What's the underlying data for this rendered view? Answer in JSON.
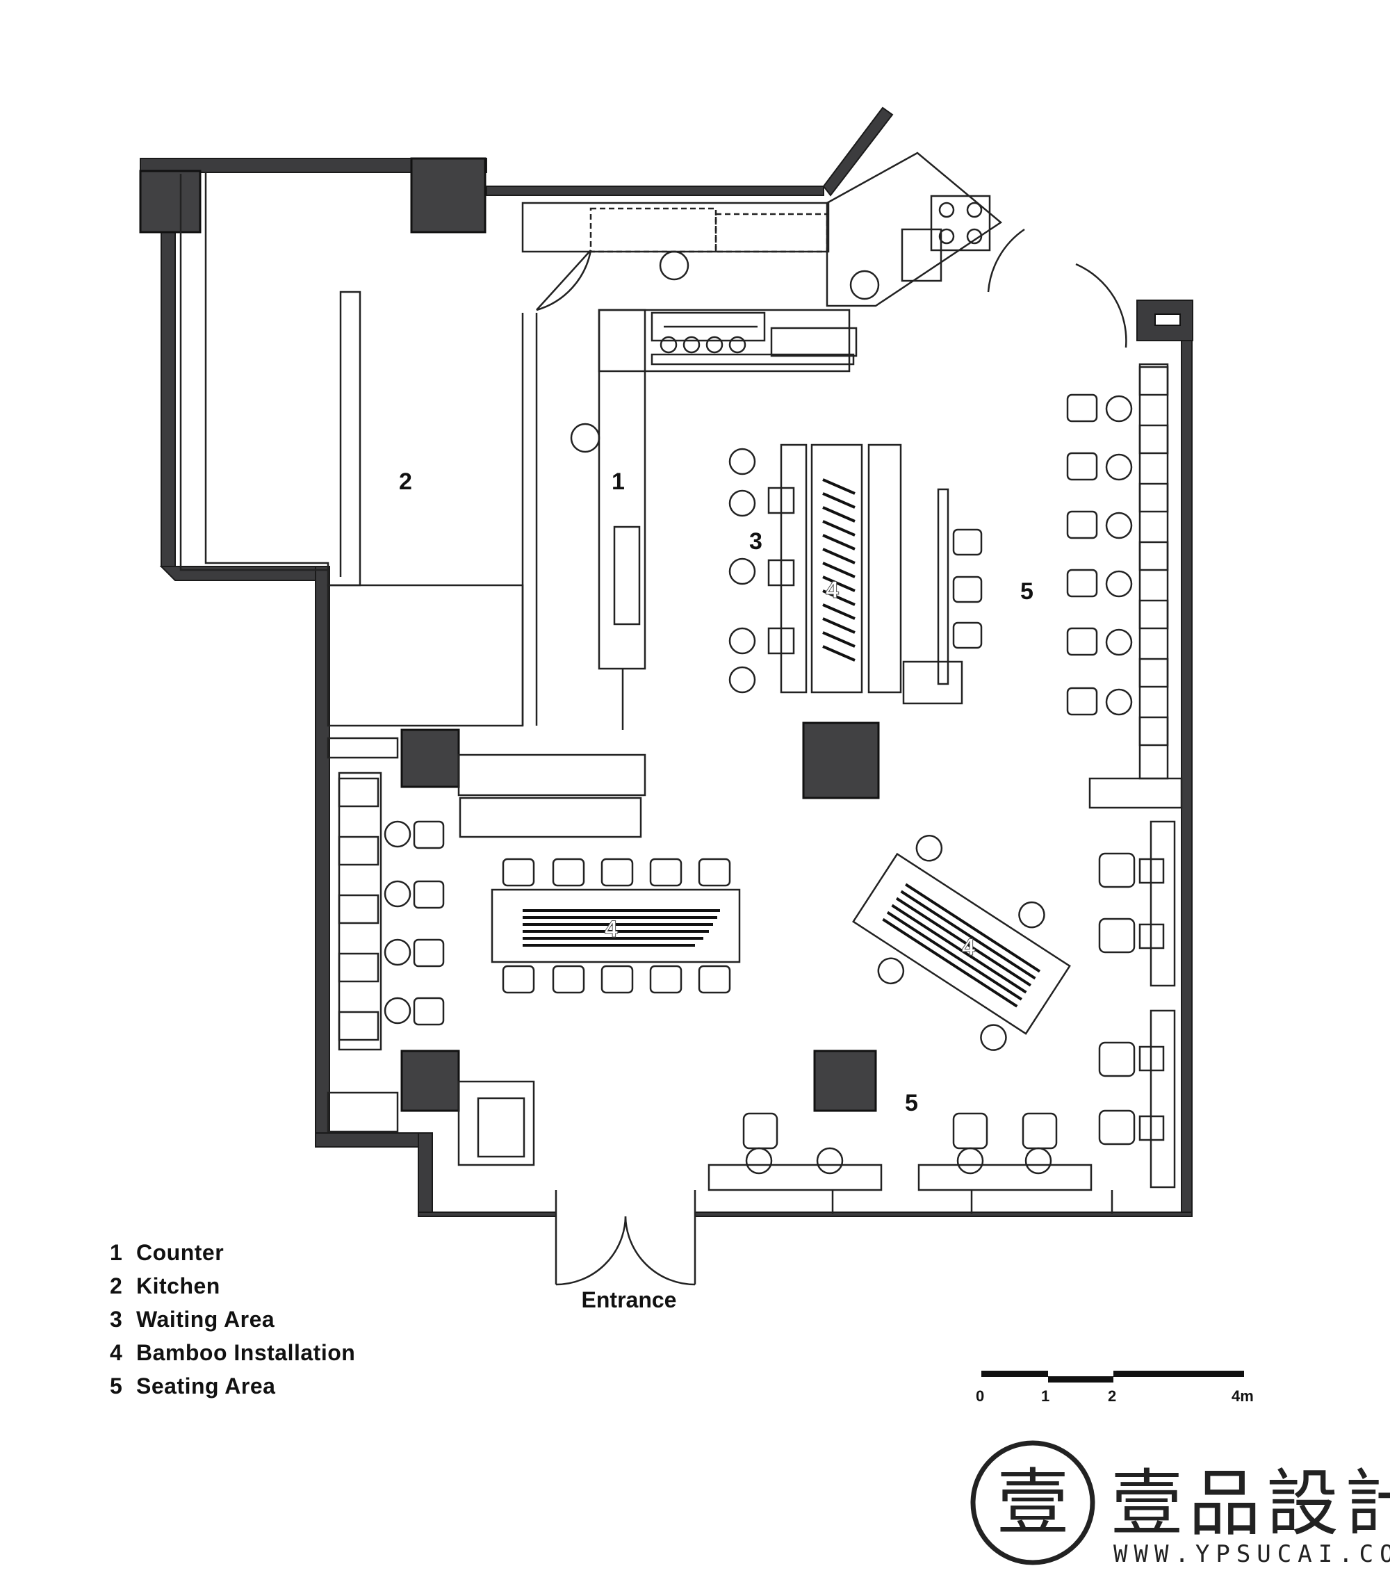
{
  "rooms": [
    {
      "num": "1",
      "label": "Counter"
    },
    {
      "num": "2",
      "label": "Kitchen"
    },
    {
      "num": "3",
      "label": "Waiting Area"
    },
    {
      "num": "4",
      "label": "Bamboo Installation"
    },
    {
      "num": "5",
      "label": "Seating Area"
    }
  ],
  "plan_numbers": {
    "counter": "1",
    "kitchen": "2",
    "waiting": "3",
    "bamboo": "4",
    "seating": "5"
  },
  "entrance_label": "Entrance",
  "scale_bar": {
    "ticks": [
      "0",
      "1",
      "2",
      "4m"
    ]
  },
  "watermark": {
    "logo_glyph": "壹",
    "name": "壹品設計",
    "url": "WWW.YPSUCAI.COM"
  }
}
